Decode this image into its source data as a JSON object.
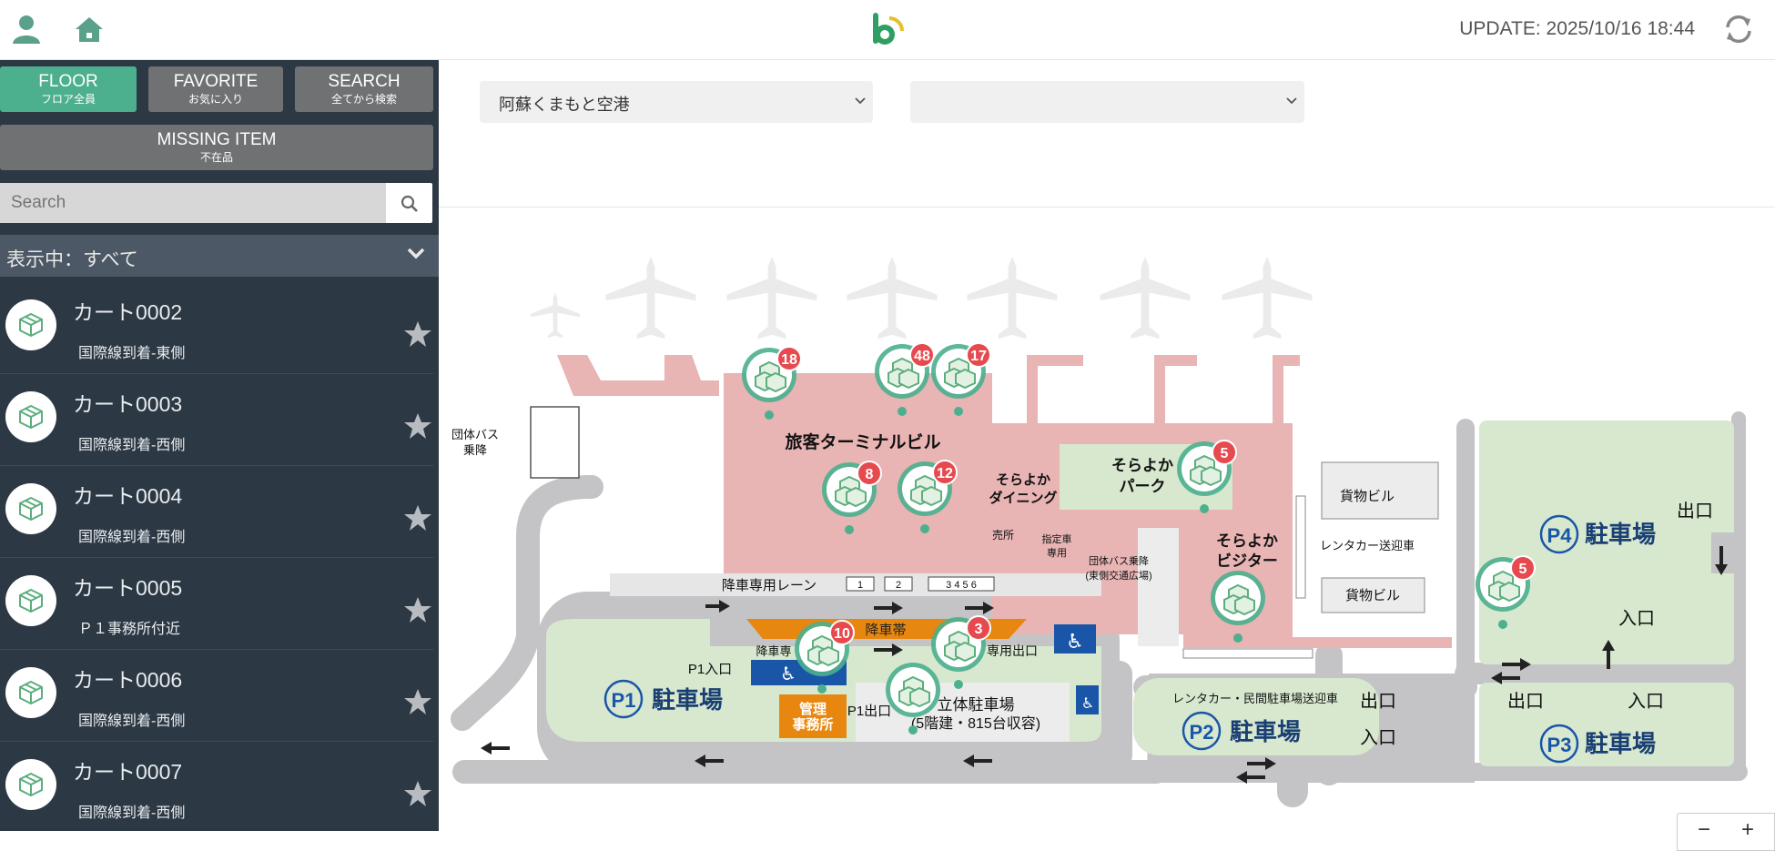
{
  "header": {
    "update_text": "UPDATE: 2025/10/16 18:44",
    "icons": [
      "user-icon",
      "home-icon",
      "logo-icon",
      "refresh-icon"
    ]
  },
  "sidebar": {
    "tabs": [
      {
        "en": "FLOOR",
        "jp": "フロア全員",
        "active": true
      },
      {
        "en": "FAVORITE",
        "jp": "お気に入り",
        "active": false
      },
      {
        "en": "SEARCH",
        "jp": "全てから検索",
        "active": false
      }
    ],
    "missing": {
      "en": "MISSING ITEM",
      "jp": "不在品"
    },
    "search_placeholder": "Search",
    "filter_label": "表示中：すべて",
    "items": [
      {
        "name": "カート0002",
        "location": "国際線到着-東側"
      },
      {
        "name": "カート0003",
        "location": "国際線到着-西側"
      },
      {
        "name": "カート0004",
        "location": "国際線到着-西側"
      },
      {
        "name": "カート0005",
        "location": "Ｐ１事務所付近"
      },
      {
        "name": "カート0006",
        "location": "国際線到着-西側"
      },
      {
        "name": "カート0007",
        "location": "国際線到着-西側"
      }
    ]
  },
  "selectors": {
    "airport": "阿蘇くまもと空港",
    "floor": ""
  },
  "map": {
    "labels": {
      "terminal": "旅客ターミナルビル",
      "bus_stop": "団体バス\n乗降",
      "dining_1": "そらよか",
      "dining_2": "ダイニング",
      "shop": "売所",
      "park_1": "そらよか",
      "park_2": "パーク",
      "visitor_1": "そらよか",
      "visitor_2": "ビジター",
      "cargo": "貨物ビル",
      "rental_bus": "レンタカー送迎車",
      "reserved_1": "指定車",
      "reserved_2": "専用",
      "group_bus_1": "団体バス乗降",
      "group_bus_2": "(東側交通広場)",
      "dropoff_lane": "降車専用レーン",
      "dropoff_zone": "降車帯",
      "dropoff_short": "降車専",
      "exclusive_exit": "専用出口",
      "p1_entrance": "P1入口",
      "p1_exit": "P1出口",
      "p1": "P1",
      "parking": "駐車場",
      "office_1": "管理",
      "office_2": "事務所",
      "multi_1": "立体駐車場",
      "multi_2": "(5階建・815台収容)",
      "p2_caption": "レンタカー・民間駐車場送迎車",
      "p2": "P2",
      "p3": "P3",
      "p4": "P4",
      "exit": "出口",
      "entrance": "入口",
      "lane_numbers": [
        "1",
        "2",
        "3 4 5 6"
      ]
    },
    "markers": [
      {
        "count": 18,
        "badge": true
      },
      {
        "count": 48,
        "badge": true
      },
      {
        "count": 17,
        "badge": true
      },
      {
        "count": 8,
        "badge": true
      },
      {
        "count": 12,
        "badge": true
      },
      {
        "count": 5,
        "badge": true
      },
      {
        "count": 10,
        "badge": true
      },
      {
        "count": 3,
        "badge": true
      },
      {
        "count": null,
        "badge": false
      },
      {
        "count": null,
        "badge": false
      },
      {
        "count": 5,
        "badge": true
      }
    ]
  },
  "colors": {
    "accent": "#4caf8e",
    "sidebar_bg": "#2c3844",
    "terminal_pink": "#e8b4b4",
    "parking_green": "#d7e8cf",
    "road_gray": "#c4c4c6",
    "badge_red": "#e64a4f",
    "orange": "#e8870f",
    "blue": "#1a56a8"
  },
  "zoom": {
    "minus": "−",
    "plus": "+"
  }
}
